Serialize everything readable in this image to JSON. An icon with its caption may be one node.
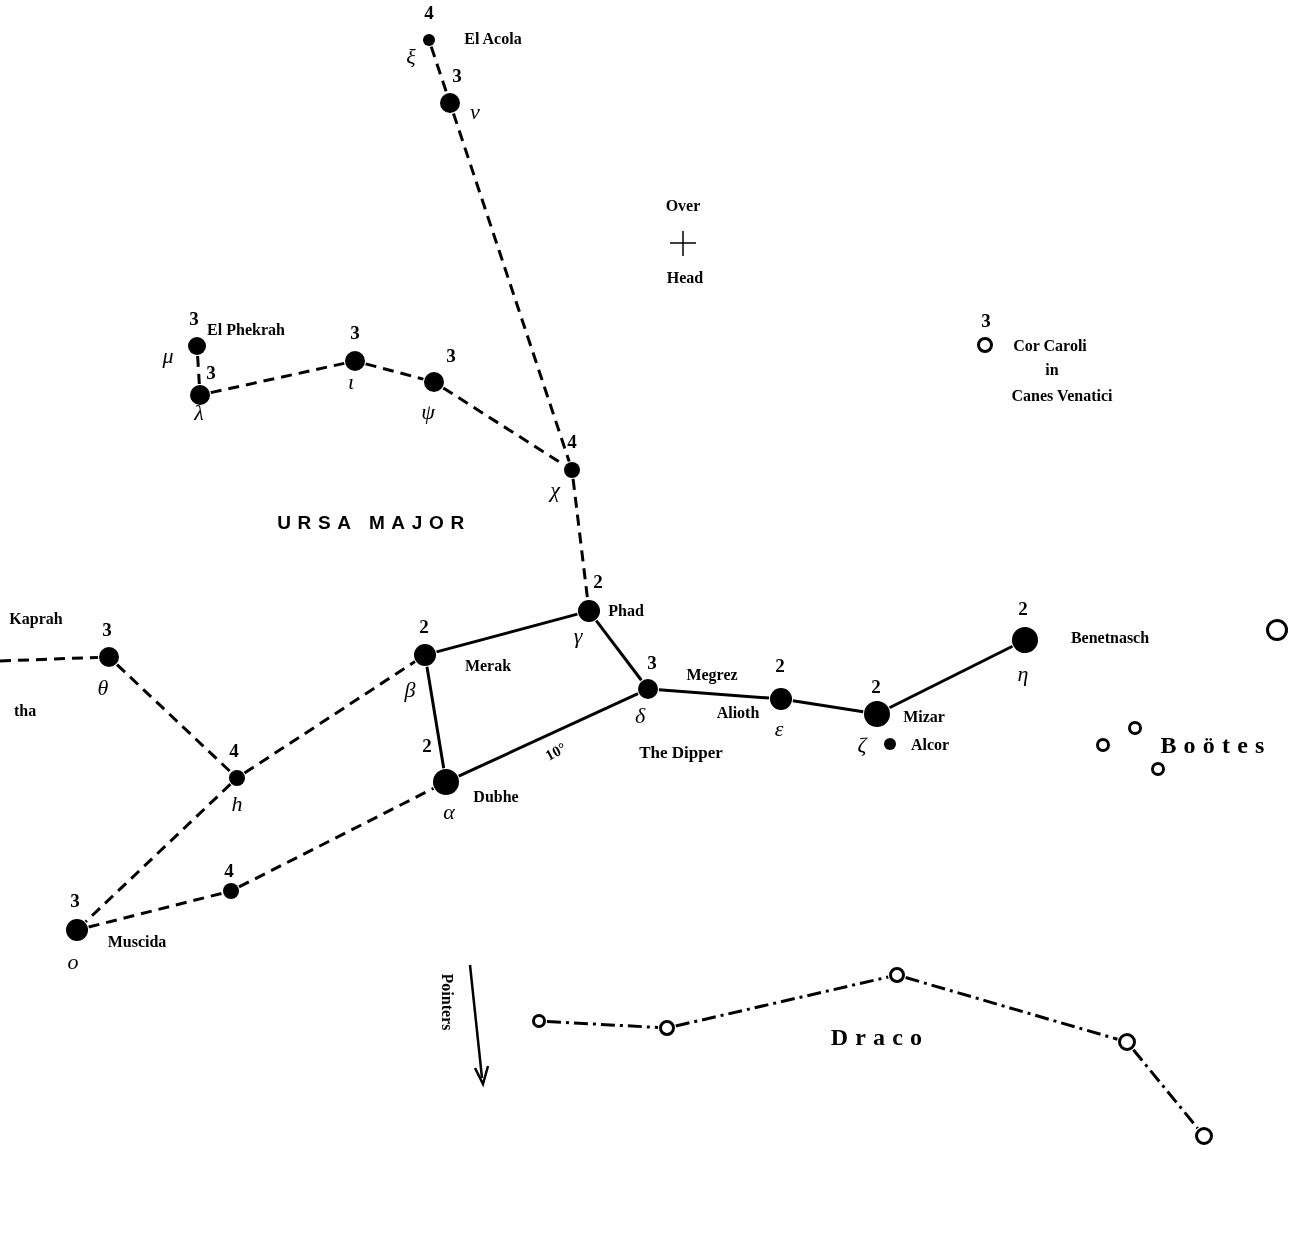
{
  "diagram": {
    "nodes": [
      {
        "text": [],
        "shape": "circle",
        "beside": [
          "4",
          "El Acola",
          "ξ"
        ]
      },
      {
        "text": [],
        "shape": "circle",
        "beside": [
          "3",
          "ν"
        ]
      },
      {
        "text": [],
        "shape": "circle",
        "beside": [
          "3",
          "El Phekrah",
          "μ"
        ]
      },
      {
        "text": [],
        "shape": "circle",
        "beside": [
          "3",
          "λ"
        ]
      },
      {
        "text": [],
        "shape": "circle",
        "beside": [
          "3",
          "ι"
        ]
      },
      {
        "text": [],
        "shape": "circle",
        "beside": [
          "3",
          "ψ"
        ]
      },
      {
        "text": [],
        "shape": "circle",
        "beside": [
          "4",
          "χ"
        ]
      },
      {
        "text": [],
        "shape": "circle",
        "beside": [
          "2",
          "Phad",
          "γ"
        ]
      },
      {
        "text": [],
        "shape": "circle",
        "beside": [
          "2",
          "Merak",
          "β"
        ]
      },
      {
        "text": [],
        "shape": "circle",
        "beside": [
          "3",
          "Megrez",
          "δ"
        ]
      },
      {
        "text": [],
        "shape": "circle",
        "beside": [
          "2",
          "Alioth",
          "ε"
        ]
      },
      {
        "text": [],
        "shape": "circle",
        "beside": [
          "2",
          "Mizar",
          "ζ"
        ]
      },
      {
        "text": [],
        "shape": "circle",
        "beside": [
          "Alcor"
        ]
      },
      {
        "text": [],
        "shape": "circle",
        "beside": [
          "2",
          "Benetnasch",
          "η"
        ]
      },
      {
        "text": [],
        "shape": "circle",
        "beside": [
          "2",
          "Dubhe",
          "α"
        ]
      },
      {
        "text": [],
        "shape": "circle",
        "beside": [
          "3",
          "θ"
        ]
      },
      {
        "text": [],
        "shape": "circle",
        "beside": [
          "4",
          "h"
        ]
      },
      {
        "text": [],
        "shape": "circle",
        "beside": [
          "3",
          "Muscida",
          "o"
        ]
      },
      {
        "text": [],
        "shape": "circle",
        "beside": [
          "4"
        ]
      },
      {
        "text": [],
        "shape": "circle",
        "beside": [
          "3",
          "Cor Caroli",
          "in",
          "Canes Venatici"
        ]
      },
      {
        "text": [],
        "shape": "circle"
      },
      {
        "text": [],
        "shape": "circle"
      },
      {
        "text": [],
        "shape": "circle"
      },
      {
        "text": [],
        "shape": "circle"
      },
      {
        "text": [],
        "shape": "circle"
      },
      {
        "text": [],
        "shape": "circle"
      },
      {
        "text": [],
        "shape": "circle"
      },
      {
        "text": [],
        "shape": "circle"
      },
      {
        "text": [],
        "shape": "circle"
      }
    ],
    "edges": [
      {
        "from": 0,
        "to": 1,
        "arrow": "none",
        "style": "dashed"
      },
      {
        "from": 1,
        "to": 6,
        "arrow": "none",
        "style": "dashed"
      },
      {
        "from": 2,
        "to": 3,
        "arrow": "none",
        "style": "dashed"
      },
      {
        "from": 3,
        "to": 4,
        "arrow": "none",
        "style": "dashed"
      },
      {
        "from": 4,
        "to": 5,
        "arrow": "none",
        "style": "dashed"
      },
      {
        "from": 5,
        "to": 6,
        "arrow": "none",
        "style": "dashed"
      },
      {
        "from": 6,
        "to": 7,
        "arrow": "none",
        "style": "dashed"
      },
      {
        "from": 7,
        "to": 8,
        "arrow": "none"
      },
      {
        "from": 7,
        "to": 9,
        "arrow": "none"
      },
      {
        "from": 8,
        "to": 14,
        "arrow": "none"
      },
      {
        "from": 14,
        "to": 9,
        "arrow": "none",
        "label": "10°"
      },
      {
        "from": 9,
        "to": 10,
        "arrow": "none"
      },
      {
        "from": 10,
        "to": 11,
        "arrow": "none"
      },
      {
        "from": 11,
        "to": 13,
        "arrow": "none"
      },
      {
        "from": null,
        "to": 15,
        "arrow": "none",
        "style": "dashed"
      },
      {
        "from": 15,
        "to": 16,
        "arrow": "none",
        "style": "dashed"
      },
      {
        "from": 16,
        "to": 8,
        "arrow": "none",
        "style": "dashed"
      },
      {
        "from": 16,
        "to": 17,
        "arrow": "none",
        "style": "dashed"
      },
      {
        "from": 17,
        "to": 18,
        "arrow": "none",
        "style": "dashed"
      },
      {
        "from": 18,
        "to": 14,
        "arrow": "none",
        "style": "dashed"
      },
      {
        "from": 24,
        "to": 25,
        "arrow": "none",
        "style": "dashed"
      },
      {
        "from": 25,
        "to": 26,
        "arrow": "none",
        "style": "dashed"
      },
      {
        "from": 26,
        "to": 27,
        "arrow": "none",
        "style": "dashed"
      },
      {
        "from": 27,
        "to": 28,
        "arrow": "none",
        "style": "dashed"
      }
    ],
    "labels": [
      "Kaprah",
      "tha",
      "Over",
      "Head",
      "URSA MAJOR",
      "The Dipper",
      "Pointers",
      "Boötes",
      "Draco"
    ]
  }
}
